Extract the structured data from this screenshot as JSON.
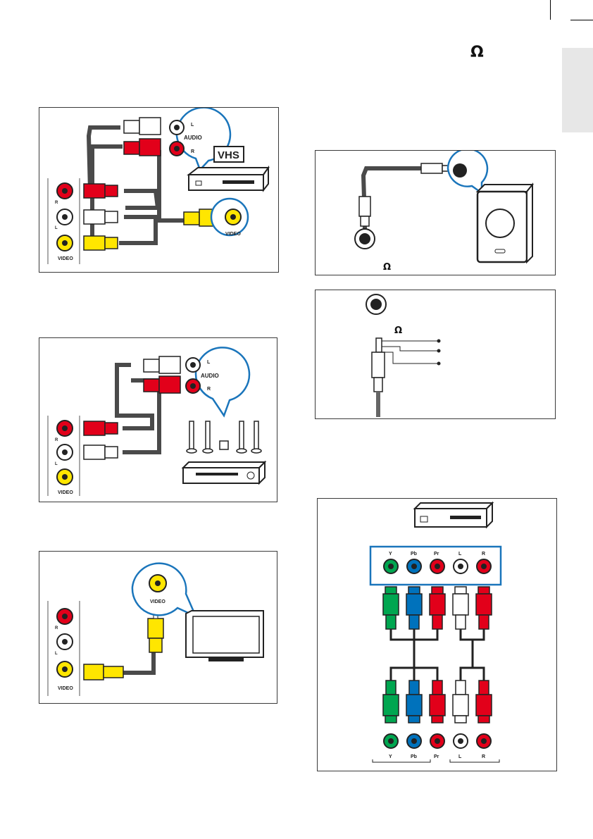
{
  "page": {
    "omega_symbol": "Ω"
  },
  "panels": {
    "vhs": {
      "device_badge": "VHS",
      "tv_jacks": [
        "R",
        "L",
        "VIDEO"
      ],
      "device_audio_label": "AUDIO",
      "device_audio_channels": [
        "L",
        "R"
      ],
      "device_video_label": "VIDEO"
    },
    "hometheater": {
      "tv_jacks": [
        "R",
        "L",
        "VIDEO"
      ],
      "device_audio_label": "AUDIO",
      "device_audio_channels": [
        "L",
        "R"
      ]
    },
    "monitor": {
      "tv_jacks": [
        "R",
        "L",
        "VIDEO"
      ],
      "device_video_label": "VIDEO"
    },
    "headphone": {
      "impedance_symbol": "Ω"
    },
    "plug": {
      "impedance_symbol": "Ω"
    },
    "component": {
      "device_jacks": [
        "Y",
        "Pb",
        "Pr",
        "L",
        "R"
      ],
      "tv_jacks": [
        "Y",
        "Pb",
        "Pr",
        "L",
        "R"
      ]
    }
  },
  "colors": {
    "red": "#e2001a",
    "white": "#ffffff",
    "yellow": "#ffe600",
    "green": "#00a650",
    "blue": "#0072bc",
    "callout": "#1a75bb",
    "cable": "#4a4a4a"
  }
}
